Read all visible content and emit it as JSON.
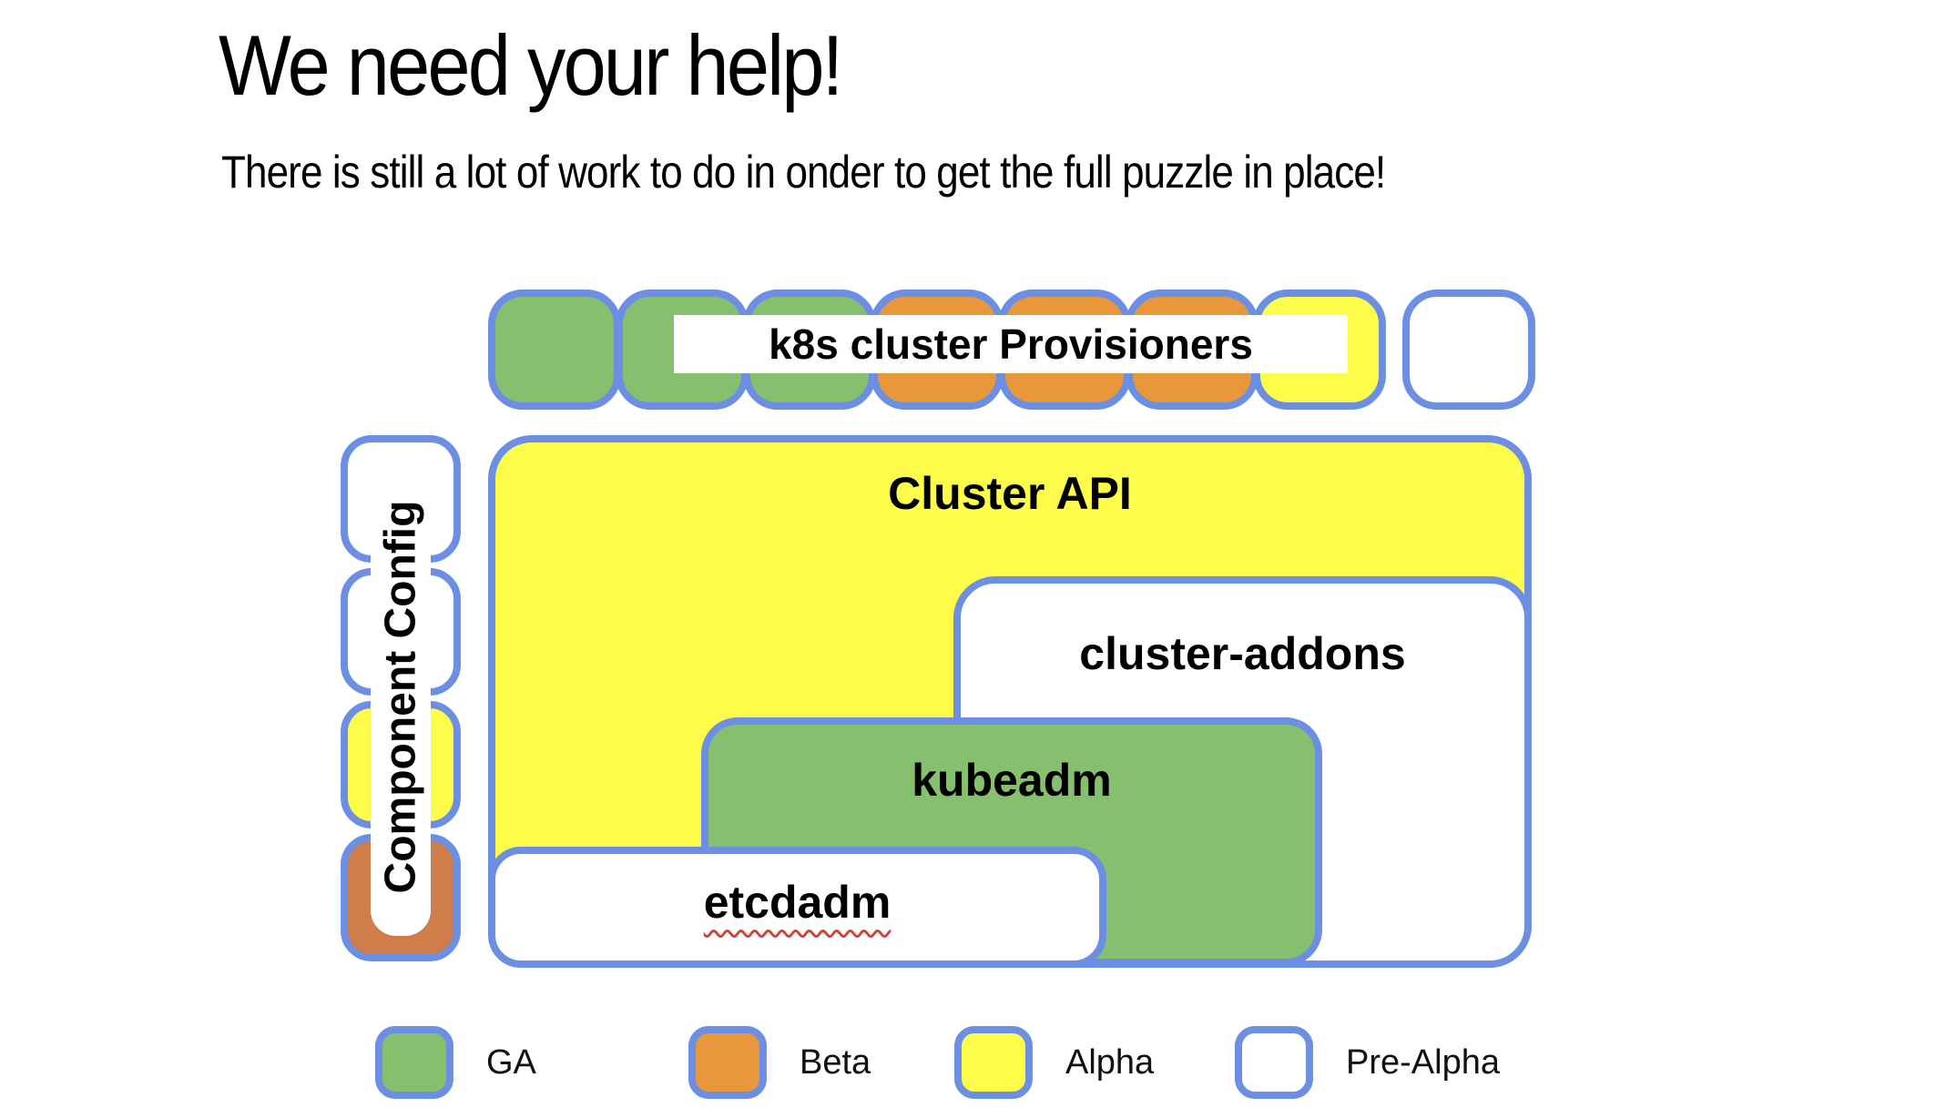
{
  "slide": {
    "title": "We need your help!",
    "subtitle": "There is still a lot of work to do in onder to get the full puzzle in place!"
  },
  "colors": {
    "green": "#86c06e",
    "orange": "#e8973a",
    "dark_orange": "#cf7d49",
    "yellow": "#fdfc4b",
    "white": "#ffffff",
    "border_blue": "#6c8fe4",
    "squiggle_red": "#cf453c"
  },
  "top_row": {
    "label": "k8s cluster Provisioners",
    "squares": [
      {
        "color": "green",
        "maturity": "GA"
      },
      {
        "color": "green",
        "maturity": "GA"
      },
      {
        "color": "green",
        "maturity": "GA"
      },
      {
        "color": "orange",
        "maturity": "Beta"
      },
      {
        "color": "orange",
        "maturity": "Beta"
      },
      {
        "color": "orange",
        "maturity": "Beta"
      },
      {
        "color": "yellow",
        "maturity": "Alpha"
      },
      {
        "color": "white",
        "maturity": "Pre-Alpha"
      }
    ]
  },
  "left_column": {
    "label": "Component Config",
    "squares": [
      {
        "color": "white",
        "maturity": "Pre-Alpha"
      },
      {
        "color": "white",
        "maturity": "Pre-Alpha"
      },
      {
        "color": "yellow",
        "maturity": "Alpha"
      },
      {
        "color": "dark_orange",
        "maturity": "Beta"
      }
    ]
  },
  "blocks": {
    "cluster_api": {
      "label": "Cluster API",
      "color": "yellow",
      "maturity": "Alpha"
    },
    "cluster_addons": {
      "label": "cluster-addons",
      "color": "white",
      "maturity": "Pre-Alpha"
    },
    "kubeadm": {
      "label": "kubeadm",
      "color": "green",
      "maturity": "GA"
    },
    "etcdadm": {
      "label": "etcdadm",
      "color": "white",
      "maturity": "Pre-Alpha",
      "spellcheck_underline": true
    }
  },
  "legend": {
    "items": [
      {
        "label": "GA",
        "color": "green"
      },
      {
        "label": "Beta",
        "color": "orange"
      },
      {
        "label": "Alpha",
        "color": "yellow"
      },
      {
        "label": "Pre-Alpha",
        "color": "white"
      }
    ]
  }
}
